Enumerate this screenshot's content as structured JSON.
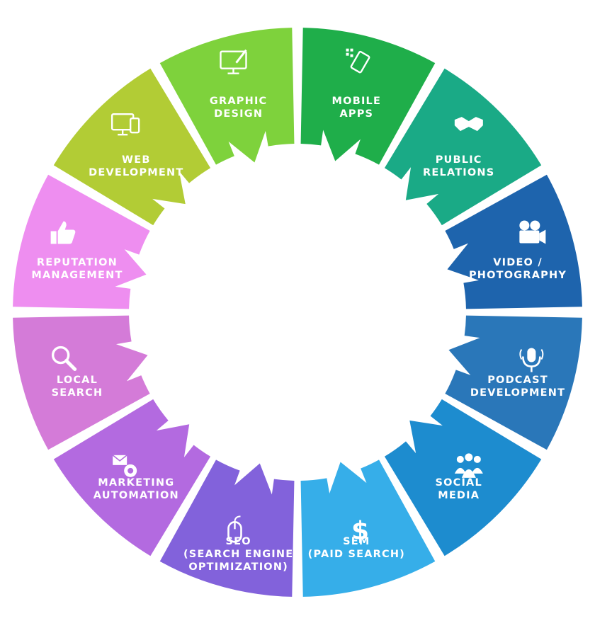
{
  "diagram": {
    "segments": [
      {
        "id": "mobile-apps",
        "icon": "mobile-apps-icon",
        "lines": [
          "MOBILE",
          "APPS"
        ],
        "color": "#1fae4a"
      },
      {
        "id": "public-relations",
        "icon": "handshake-icon",
        "lines": [
          "PUBLIC",
          "RELATIONS"
        ],
        "color": "#1aaa86"
      },
      {
        "id": "video-photography",
        "icon": "video-camera-icon",
        "lines": [
          "VIDEO /",
          "PHOTOGRAPHY"
        ],
        "color": "#1e64ad"
      },
      {
        "id": "podcast-development",
        "icon": "podcast-microphone-icon",
        "lines": [
          "PODCAST",
          "DEVELOPMENT"
        ],
        "color": "#2a77b9"
      },
      {
        "id": "social-media",
        "icon": "people-group-icon",
        "lines": [
          "SOCIAL",
          "MEDIA"
        ],
        "color": "#1d8ccf"
      },
      {
        "id": "sem",
        "icon": "dollar-icon",
        "lines": [
          "SEM",
          "(PAID SEARCH)"
        ],
        "color": "#36aee9"
      },
      {
        "id": "seo",
        "icon": "mouse-icon",
        "lines": [
          "SEO",
          "(SEARCH ENGINE",
          "OPTIMIZATION)"
        ],
        "color": "#8262db"
      },
      {
        "id": "marketing-automation",
        "icon": "email-gear-icon",
        "lines": [
          "MARKETING",
          "AUTOMATION"
        ],
        "color": "#b36ae0"
      },
      {
        "id": "local-search",
        "icon": "magnifier-icon",
        "lines": [
          "LOCAL",
          "SEARCH"
        ],
        "color": "#d47bd8"
      },
      {
        "id": "reputation-management",
        "icon": "thumbs-up-icon",
        "lines": [
          "REPUTATION",
          "MANAGEMENT"
        ],
        "color": "#ee8ef0"
      },
      {
        "id": "web-development",
        "icon": "devices-icon",
        "lines": [
          "WEB",
          "DEVELOPMENT"
        ],
        "color": "#b2cc35"
      },
      {
        "id": "graphic-design",
        "icon": "monitor-pen-icon",
        "lines": [
          "GRAPHIC",
          "DESIGN"
        ],
        "color": "#7ed23c"
      }
    ]
  }
}
